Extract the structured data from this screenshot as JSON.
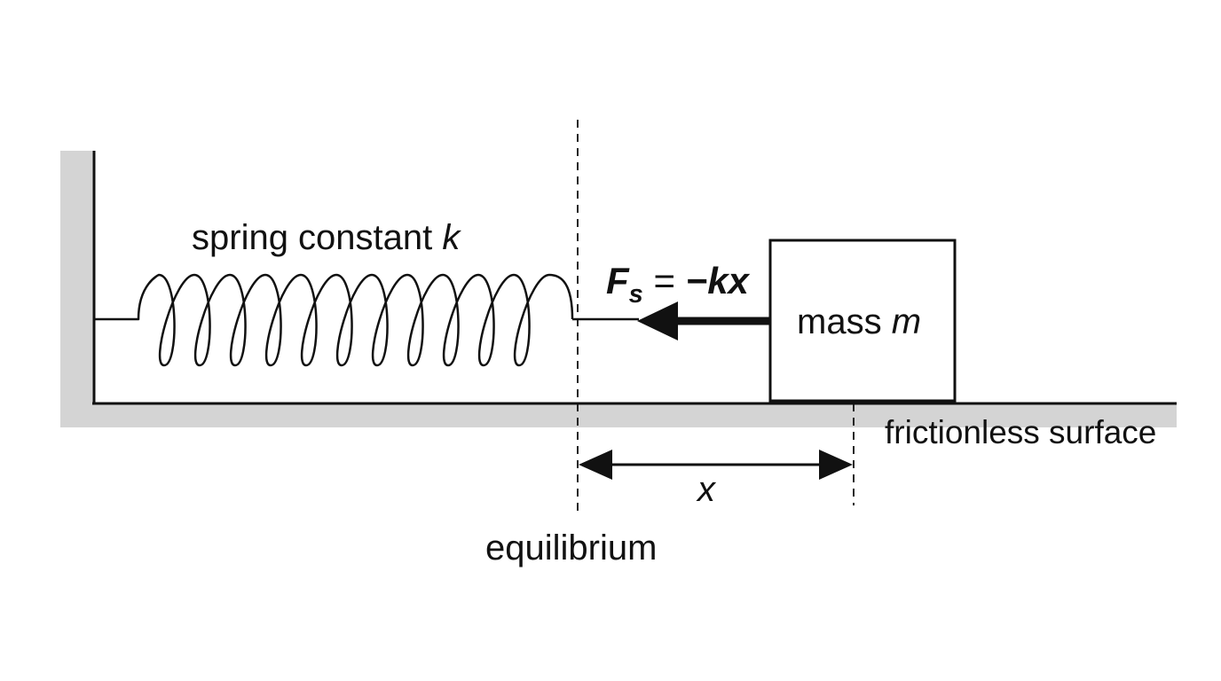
{
  "labels": {
    "spring": {
      "text": "spring constant ",
      "var": "k"
    },
    "mass": {
      "text": "mass ",
      "var": "m"
    },
    "force": {
      "symbol": "F",
      "subscript": "s",
      "equals": " = ",
      "rhs": "−kx"
    },
    "displacement": "x",
    "equilibrium": "equilibrium",
    "surface": "frictionless surface"
  },
  "colors": {
    "wall_fill": "#d4d4d4",
    "ink": "#111111",
    "background": "#ffffff"
  },
  "spring": {
    "coils": 11
  }
}
